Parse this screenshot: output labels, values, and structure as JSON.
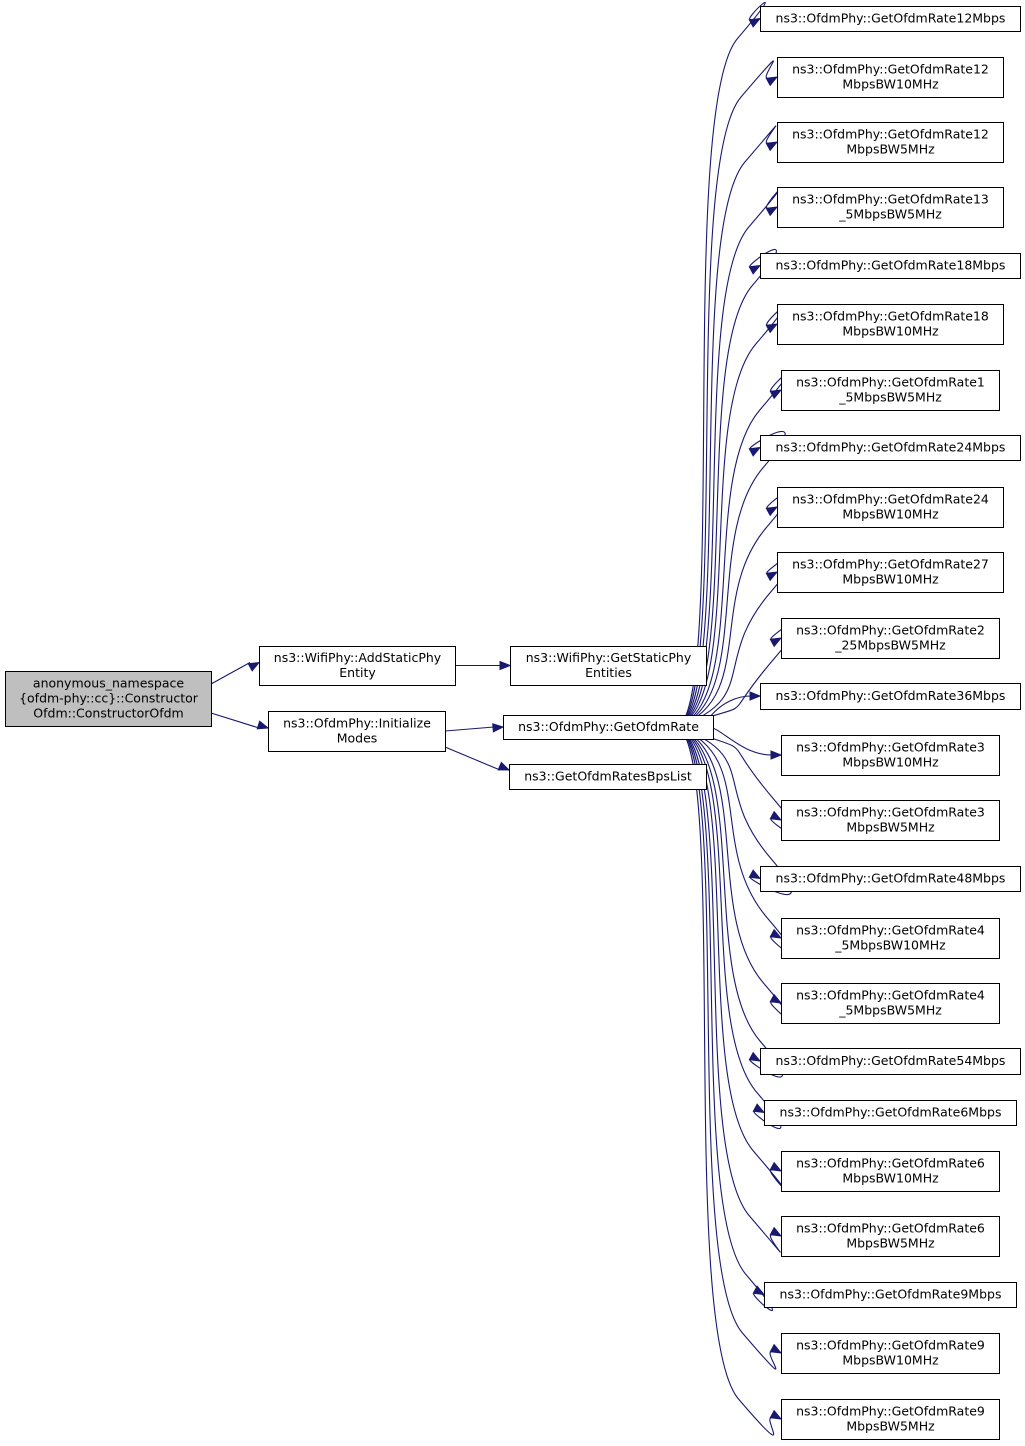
{
  "diagram": {
    "type": "call-graph",
    "edge_color": "#191970",
    "root_fill": "#bfbfbf",
    "nodes": [
      {
        "id": "root",
        "lines": [
          "anonymous_namespace",
          "{ofdm-phy::cc}::Constructor",
          "Ofdm::ConstructorOfdm"
        ]
      },
      {
        "id": "addstatic",
        "lines": [
          "ns3::WifiPhy::AddStaticPhy",
          "Entity"
        ]
      },
      {
        "id": "initmodes",
        "lines": [
          "ns3::OfdmPhy::Initialize",
          "Modes"
        ]
      },
      {
        "id": "getstatic",
        "lines": [
          "ns3::WifiPhy::GetStaticPhy",
          "Entities"
        ]
      },
      {
        "id": "getofdmrate",
        "lines": [
          "ns3::OfdmPhy::GetOfdmRate"
        ]
      },
      {
        "id": "bpslist",
        "lines": [
          "ns3::GetOfdmRatesBpsList"
        ]
      },
      {
        "id": "r12",
        "lines": [
          "ns3::OfdmPhy::GetOfdmRate12Mbps"
        ]
      },
      {
        "id": "r12_10",
        "lines": [
          "ns3::OfdmPhy::GetOfdmRate12",
          "MbpsBW10MHz"
        ]
      },
      {
        "id": "r12_5",
        "lines": [
          "ns3::OfdmPhy::GetOfdmRate12",
          "MbpsBW5MHz"
        ]
      },
      {
        "id": "r13_5",
        "lines": [
          "ns3::OfdmPhy::GetOfdmRate13",
          "_5MbpsBW5MHz"
        ]
      },
      {
        "id": "r18",
        "lines": [
          "ns3::OfdmPhy::GetOfdmRate18Mbps"
        ]
      },
      {
        "id": "r18_10",
        "lines": [
          "ns3::OfdmPhy::GetOfdmRate18",
          "MbpsBW10MHz"
        ]
      },
      {
        "id": "r1_5",
        "lines": [
          "ns3::OfdmPhy::GetOfdmRate1",
          "_5MbpsBW5MHz"
        ]
      },
      {
        "id": "r24",
        "lines": [
          "ns3::OfdmPhy::GetOfdmRate24Mbps"
        ]
      },
      {
        "id": "r24_10",
        "lines": [
          "ns3::OfdmPhy::GetOfdmRate24",
          "MbpsBW10MHz"
        ]
      },
      {
        "id": "r27_10",
        "lines": [
          "ns3::OfdmPhy::GetOfdmRate27",
          "MbpsBW10MHz"
        ]
      },
      {
        "id": "r2_25",
        "lines": [
          "ns3::OfdmPhy::GetOfdmRate2",
          "_25MbpsBW5MHz"
        ]
      },
      {
        "id": "r36",
        "lines": [
          "ns3::OfdmPhy::GetOfdmRate36Mbps"
        ]
      },
      {
        "id": "r3_10",
        "lines": [
          "ns3::OfdmPhy::GetOfdmRate3",
          "MbpsBW10MHz"
        ]
      },
      {
        "id": "r3_5",
        "lines": [
          "ns3::OfdmPhy::GetOfdmRate3",
          "MbpsBW5MHz"
        ]
      },
      {
        "id": "r48",
        "lines": [
          "ns3::OfdmPhy::GetOfdmRate48Mbps"
        ]
      },
      {
        "id": "r4_5_10",
        "lines": [
          "ns3::OfdmPhy::GetOfdmRate4",
          "_5MbpsBW10MHz"
        ]
      },
      {
        "id": "r4_5_5",
        "lines": [
          "ns3::OfdmPhy::GetOfdmRate4",
          "_5MbpsBW5MHz"
        ]
      },
      {
        "id": "r54",
        "lines": [
          "ns3::OfdmPhy::GetOfdmRate54Mbps"
        ]
      },
      {
        "id": "r6",
        "lines": [
          "ns3::OfdmPhy::GetOfdmRate6Mbps"
        ]
      },
      {
        "id": "r6_10",
        "lines": [
          "ns3::OfdmPhy::GetOfdmRate6",
          "MbpsBW10MHz"
        ]
      },
      {
        "id": "r6_5",
        "lines": [
          "ns3::OfdmPhy::GetOfdmRate6",
          "MbpsBW5MHz"
        ]
      },
      {
        "id": "r9",
        "lines": [
          "ns3::OfdmPhy::GetOfdmRate9Mbps"
        ]
      },
      {
        "id": "r9_10",
        "lines": [
          "ns3::OfdmPhy::GetOfdmRate9",
          "MbpsBW10MHz"
        ]
      },
      {
        "id": "r9_5",
        "lines": [
          "ns3::OfdmPhy::GetOfdmRate9",
          "MbpsBW5MHz"
        ]
      }
    ],
    "edges": [
      {
        "from": "root",
        "to": "addstatic"
      },
      {
        "from": "root",
        "to": "initmodes"
      },
      {
        "from": "addstatic",
        "to": "getstatic"
      },
      {
        "from": "initmodes",
        "to": "getofdmrate"
      },
      {
        "from": "initmodes",
        "to": "bpslist"
      },
      {
        "from": "getofdmrate",
        "to": "r12"
      },
      {
        "from": "getofdmrate",
        "to": "r12_10"
      },
      {
        "from": "getofdmrate",
        "to": "r12_5"
      },
      {
        "from": "getofdmrate",
        "to": "r13_5"
      },
      {
        "from": "getofdmrate",
        "to": "r18"
      },
      {
        "from": "getofdmrate",
        "to": "r18_10"
      },
      {
        "from": "getofdmrate",
        "to": "r1_5"
      },
      {
        "from": "getofdmrate",
        "to": "r24"
      },
      {
        "from": "getofdmrate",
        "to": "r24_10"
      },
      {
        "from": "getofdmrate",
        "to": "r27_10"
      },
      {
        "from": "getofdmrate",
        "to": "r2_25"
      },
      {
        "from": "getofdmrate",
        "to": "r36"
      },
      {
        "from": "getofdmrate",
        "to": "r3_10"
      },
      {
        "from": "getofdmrate",
        "to": "r3_5"
      },
      {
        "from": "getofdmrate",
        "to": "r48"
      },
      {
        "from": "getofdmrate",
        "to": "r4_5_10"
      },
      {
        "from": "getofdmrate",
        "to": "r4_5_5"
      },
      {
        "from": "getofdmrate",
        "to": "r54"
      },
      {
        "from": "getofdmrate",
        "to": "r6"
      },
      {
        "from": "getofdmrate",
        "to": "r6_10"
      },
      {
        "from": "getofdmrate",
        "to": "r6_5"
      },
      {
        "from": "getofdmrate",
        "to": "r9"
      },
      {
        "from": "getofdmrate",
        "to": "r9_10"
      },
      {
        "from": "getofdmrate",
        "to": "r9_5"
      }
    ]
  }
}
